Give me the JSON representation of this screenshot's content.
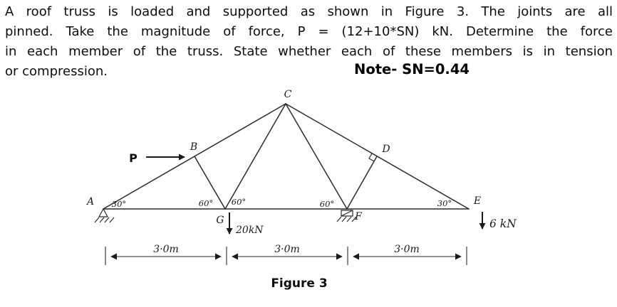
{
  "problem": {
    "lines": [
      "A roof truss is loaded and supported as shown in Figure 3. The joints are all",
      "pinned. Take the magnitude of force, P = (12+10*SN) kN. Determine the force",
      "in each member of the truss. State whether each of these members is in tension",
      "or compression."
    ],
    "note": "Note- SN=0.44"
  },
  "figure": {
    "caption": "Figure 3",
    "joints": {
      "a": "A",
      "b": "B",
      "c": "C",
      "d": "D",
      "e": "E",
      "f": "F",
      "g": "G"
    },
    "loads": {
      "p": "P",
      "at_g": "20kN",
      "at_e": "6 kN"
    },
    "angles": {
      "at_a": "30°",
      "g_left": "60°",
      "g_right": "60°",
      "at_f": "60°",
      "at_e": "30°"
    },
    "dimensions": {
      "seg1": "3·0m",
      "seg2": "3·0m",
      "seg3": "3·0m"
    },
    "colors": {
      "ink": "#2b2b2b",
      "text": "#0d0d0d"
    }
  }
}
